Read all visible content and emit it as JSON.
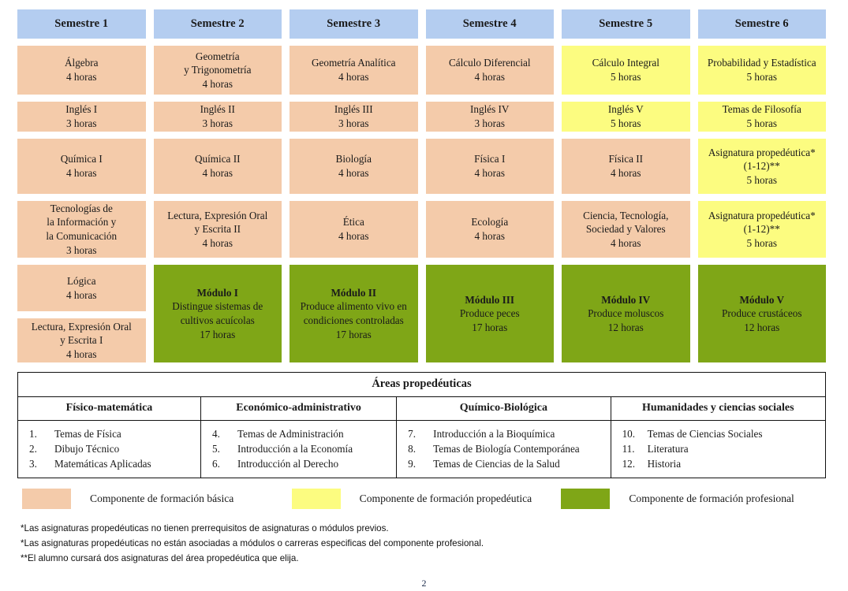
{
  "colors": {
    "basica": "#f4cbaa",
    "propedeutica": "#fcfc80",
    "profesional": "#7fa617",
    "semester_header": "#b4cdf0"
  },
  "semesters": [
    {
      "header": "Semestre 1",
      "cells": [
        {
          "component": "basica",
          "lines": [
            "Álgebra",
            "4 horas"
          ]
        },
        {
          "component": "basica",
          "lines": [
            "Inglés I",
            "3 horas"
          ]
        },
        {
          "component": "basica",
          "lines": [
            "Química I",
            "4 horas"
          ]
        },
        {
          "component": "basica",
          "lines": [
            "Tecnologías de",
            "la Información y",
            "la Comunicación",
            "3 horas"
          ]
        },
        {
          "component": "basica",
          "lines": [
            "Lógica",
            "4 horas"
          ]
        },
        {
          "component": "basica",
          "lines": [
            "Lectura, Expresión Oral",
            "y Escrita I",
            "4 horas"
          ]
        }
      ]
    },
    {
      "header": "Semestre 2",
      "cells": [
        {
          "component": "basica",
          "lines": [
            "Geometría",
            "y Trigonometría",
            "4 horas"
          ]
        },
        {
          "component": "basica",
          "lines": [
            "Inglés II",
            "3 horas"
          ]
        },
        {
          "component": "basica",
          "lines": [
            "Química II",
            "4 horas"
          ]
        },
        {
          "component": "basica",
          "lines": [
            "Lectura, Expresión Oral",
            "y Escrita II",
            "4 horas"
          ]
        },
        {
          "component": "profesional",
          "title": "Módulo I",
          "lines": [
            "Distingue sistemas de",
            "cultivos acuícolas",
            "17 horas"
          ]
        }
      ]
    },
    {
      "header": "Semestre 3",
      "cells": [
        {
          "component": "basica",
          "lines": [
            "Geometría Analítica",
            "4 horas"
          ]
        },
        {
          "component": "basica",
          "lines": [
            "Inglés III",
            "3 horas"
          ]
        },
        {
          "component": "basica",
          "lines": [
            "Biología",
            "4 horas"
          ]
        },
        {
          "component": "basica",
          "lines": [
            "Ética",
            "4 horas"
          ]
        },
        {
          "component": "profesional",
          "title": "Módulo II",
          "lines": [
            "Produce alimento vivo en",
            "condiciones controladas",
            "17 horas"
          ]
        }
      ]
    },
    {
      "header": "Semestre 4",
      "cells": [
        {
          "component": "basica",
          "lines": [
            "Cálculo Diferencial",
            "4 horas"
          ]
        },
        {
          "component": "basica",
          "lines": [
            "Inglés IV",
            "3 horas"
          ]
        },
        {
          "component": "basica",
          "lines": [
            "Física I",
            "4 horas"
          ]
        },
        {
          "component": "basica",
          "lines": [
            "Ecología",
            "4 horas"
          ]
        },
        {
          "component": "profesional",
          "title": "Módulo III",
          "lines": [
            "Produce peces",
            "17 horas"
          ]
        }
      ]
    },
    {
      "header": "Semestre 5",
      "cells": [
        {
          "component": "propedeutica",
          "lines": [
            "Cálculo Integral",
            "5 horas"
          ]
        },
        {
          "component": "propedeutica",
          "lines": [
            "Inglés V",
            "5 horas"
          ]
        },
        {
          "component": "basica",
          "lines": [
            "Física II",
            "4 horas"
          ]
        },
        {
          "component": "basica",
          "lines": [
            "Ciencia, Tecnología,",
            "Sociedad y Valores",
            "4 horas"
          ]
        },
        {
          "component": "profesional",
          "title": "Módulo IV",
          "lines": [
            "Produce moluscos",
            "12 horas"
          ]
        }
      ]
    },
    {
      "header": "Semestre 6",
      "cells": [
        {
          "component": "propedeutica",
          "lines": [
            "Probabilidad y Estadística",
            "5 horas"
          ]
        },
        {
          "component": "propedeutica",
          "lines": [
            "Temas de Filosofía",
            "5 horas"
          ]
        },
        {
          "component": "propedeutica",
          "lines": [
            "Asignatura propedéutica*",
            "(1-12)**",
            "5 horas"
          ]
        },
        {
          "component": "propedeutica",
          "lines": [
            "Asignatura propedéutica*",
            "(1-12)**",
            "5 horas"
          ]
        },
        {
          "component": "profesional",
          "title": "Módulo V",
          "lines": [
            "Produce crustáceos",
            "12 horas"
          ]
        }
      ]
    }
  ],
  "areas": {
    "title": "Áreas propedéuticas",
    "columns": [
      {
        "header": "Físico-matemática",
        "items": [
          {
            "num": "1.",
            "text": "Temas de Física"
          },
          {
            "num": "2.",
            "text": "Dibujo Técnico"
          },
          {
            "num": "3.",
            "text": "Matemáticas Aplicadas"
          }
        ]
      },
      {
        "header": "Económico-administrativo",
        "items": [
          {
            "num": "4.",
            "text": "Temas de Administración"
          },
          {
            "num": "5.",
            "text": "Introducción a la Economía"
          },
          {
            "num": "6.",
            "text": "Introducción al Derecho"
          }
        ]
      },
      {
        "header": "Químico-Biológica",
        "items": [
          {
            "num": "7.",
            "text": "Introducción a la Bioquímica"
          },
          {
            "num": "8.",
            "text": "Temas de Biología Contemporánea"
          },
          {
            "num": "9.",
            "text": "Temas de Ciencias de la Salud"
          }
        ]
      },
      {
        "header": "Humanidades y ciencias sociales",
        "items": [
          {
            "num": "10.",
            "text": "Temas de Ciencias Sociales"
          },
          {
            "num": "11.",
            "text": "Literatura"
          },
          {
            "num": "12.",
            "text": "Historia"
          }
        ]
      }
    ]
  },
  "legend": [
    {
      "color": "#f4cbaa",
      "label": "Componente de formación básica"
    },
    {
      "color": "#fcfc80",
      "label": "Componente de formación propedéutica"
    },
    {
      "color": "#7fa617",
      "label": "Componente de formación profesional"
    }
  ],
  "footnotes": [
    "*Las asignaturas propedéuticas no tienen prerrequisitos de asignaturas o módulos previos.",
    "*Las asignaturas propedéuticas no están asociadas a módulos o carreras especificas del componente profesional.",
    "**El alumno cursará dos asignaturas del área propedéutica que elija."
  ],
  "page_number": "2"
}
